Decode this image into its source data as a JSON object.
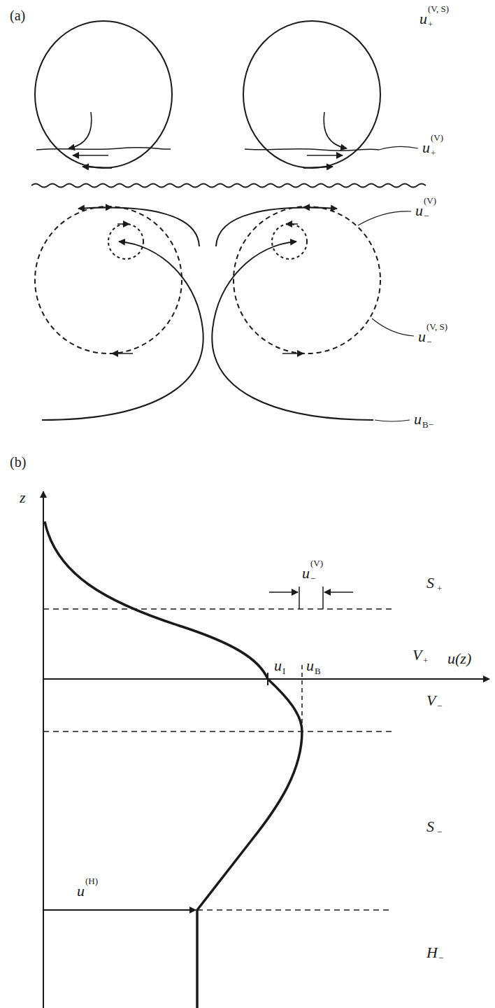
{
  "diagram": {
    "labels": [
      "(a)",
      "u",
      "(V, S)",
      "+",
      "u",
      "(V)",
      "+",
      "u",
      "(V)",
      "−",
      "u",
      "(V, S)",
      "−",
      "u",
      "B−",
      "(b)",
      "z",
      "S",
      "+",
      "u",
      "(V)",
      "−",
      "u",
      "I",
      "u",
      "B",
      "V",
      "+",
      "u(z)",
      "V",
      "−",
      "S",
      "−",
      "u",
      "(H)",
      "H",
      "−"
    ]
  }
}
